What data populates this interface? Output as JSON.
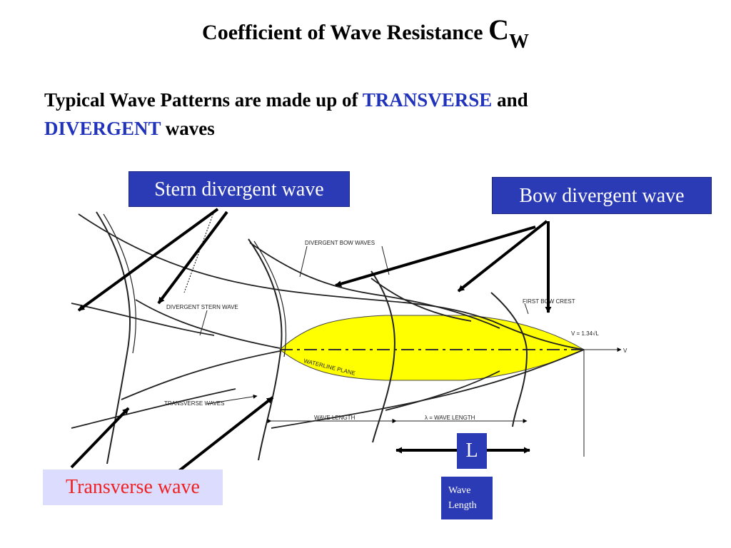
{
  "title": {
    "text": "Coefficient of Wave Resistance ",
    "symbol": "C",
    "subscript": "W"
  },
  "subtitle": {
    "part1": "Typical Wave Patterns are made up of ",
    "transverse": "TRANSVERSE",
    "part2": " and",
    "divergent": "DIVERGENT",
    "part3": " waves"
  },
  "callouts": {
    "stern_divergent": "Stern divergent wave",
    "bow_divergent": "Bow divergent wave",
    "transverse": "Transverse wave",
    "l": "L",
    "wave_length_line1": "Wave",
    "wave_length_line2": "Length"
  },
  "diagram_labels": {
    "divergent_bow_waves": "DIVERGENT BOW WAVES",
    "divergent_stern_wave": "DIVERGENT STERN WAVE",
    "first_bow_crest": "FIRST BOW CREST",
    "transverse_waves": "TRANSVERSE WAVES",
    "wave_length": "WAVE LENGTH",
    "lambda_wave_length": "λ = WAVE LENGTH",
    "waterline_plane": "WATERLINE PLANE",
    "velocity_formula": "V = 1.34√L",
    "velocity_arrow": "V"
  },
  "colors": {
    "hull": "#ffff00",
    "box_blue": "#2b3bb5",
    "keyword": "#2233bb",
    "transverse_text": "#ee2222",
    "transverse_bg": "#dcdcff"
  }
}
